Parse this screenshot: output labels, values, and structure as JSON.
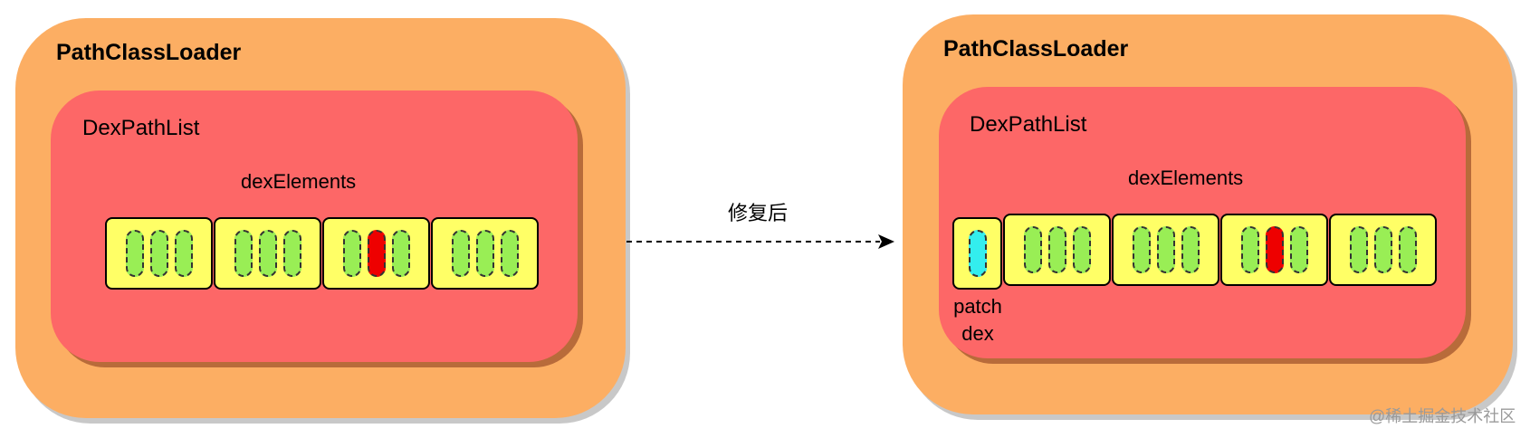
{
  "left": {
    "outer_title": "PathClassLoader",
    "inner_title": "DexPathList",
    "elements_label": "dexElements",
    "dex_files": [
      [
        "normal",
        "normal",
        "normal"
      ],
      [
        "normal",
        "normal",
        "normal"
      ],
      [
        "normal",
        "bug",
        "normal"
      ],
      [
        "normal",
        "normal",
        "normal"
      ]
    ]
  },
  "right": {
    "outer_title": "PathClassLoader",
    "inner_title": "DexPathList",
    "elements_label": "dexElements",
    "patch_label_line1": "patch",
    "patch_label_line2": "dex",
    "patch_dex": [
      "fix"
    ],
    "dex_files": [
      [
        "normal",
        "normal",
        "normal"
      ],
      [
        "normal",
        "normal",
        "normal"
      ],
      [
        "normal",
        "bug",
        "normal"
      ],
      [
        "normal",
        "normal",
        "normal"
      ]
    ]
  },
  "arrow": {
    "label": "修复后",
    "style": "dashed"
  },
  "watermark": "@稀土掘金技术社区",
  "colors": {
    "outer": "#fcae63",
    "inner": "#fd6767",
    "dex": "#ffff66",
    "class_normal": "#99ee55",
    "class_bug": "#ee0000",
    "class_fix": "#33eeee"
  }
}
